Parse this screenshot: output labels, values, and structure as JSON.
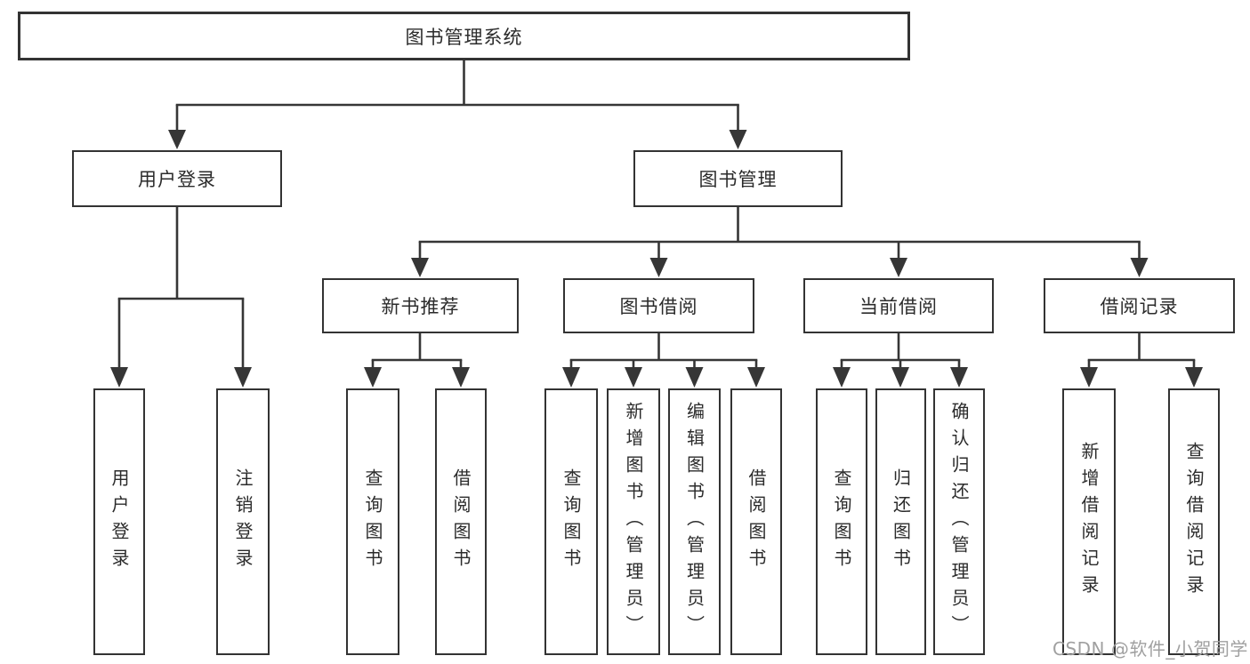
{
  "diagram": {
    "root": {
      "label": "图书管理系统"
    },
    "branches": [
      {
        "label": "用户登录",
        "leaves": [
          {
            "label": "用户登录"
          },
          {
            "label": "注销登录"
          }
        ]
      },
      {
        "label": "图书管理",
        "groups": [
          {
            "label": "新书推荐",
            "leaves": [
              {
                "label": "查询图书"
              },
              {
                "label": "借阅图书"
              }
            ]
          },
          {
            "label": "图书借阅",
            "leaves": [
              {
                "label": "查询图书"
              },
              {
                "label": "新增图书（管理员）"
              },
              {
                "label": "编辑图书（管理员）"
              },
              {
                "label": "借阅图书"
              }
            ]
          },
          {
            "label": "当前借阅",
            "leaves": [
              {
                "label": "查询图书"
              },
              {
                "label": "归还图书"
              },
              {
                "label": "确认归还（管理员）"
              }
            ]
          },
          {
            "label": "借阅记录",
            "leaves": [
              {
                "label": "新增借阅记录"
              },
              {
                "label": "查询借阅记录"
              }
            ]
          }
        ]
      }
    ]
  },
  "watermark": {
    "text": "CSDN @软件_小贺同学"
  },
  "colors": {
    "line": "#363636",
    "box_border": "#333333",
    "text": "#2b2b2b",
    "watermark": "#a0a0a0",
    "background": "#ffffff"
  }
}
